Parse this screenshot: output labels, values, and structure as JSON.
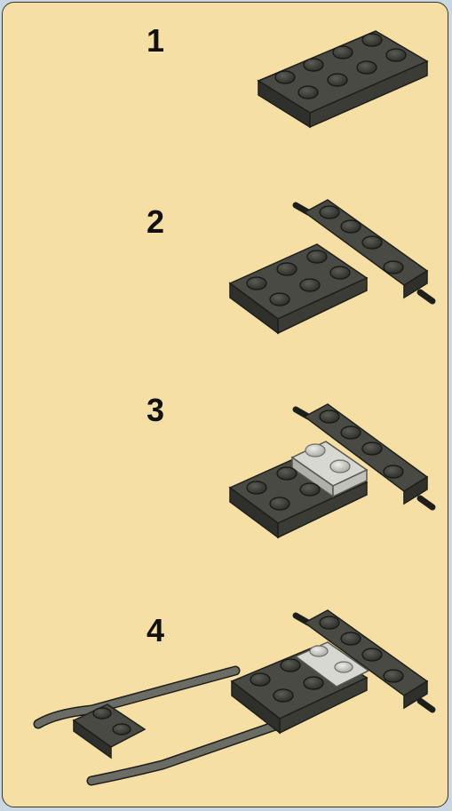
{
  "steps": [
    {
      "number": "1"
    },
    {
      "number": "2"
    },
    {
      "number": "3"
    },
    {
      "number": "4"
    }
  ],
  "colors": {
    "background": "#f6dfa4",
    "brick_dark": "#3d3f38",
    "brick_light": "#c9cbc4",
    "rod": "#6b6d65"
  }
}
